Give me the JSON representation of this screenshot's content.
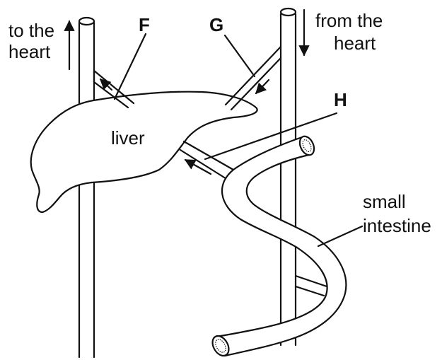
{
  "labels": {
    "to_heart_line1": "to the",
    "to_heart_line2": "heart",
    "from_heart_line1": "from the",
    "from_heart_line2": "heart",
    "F": "F",
    "G": "G",
    "H": "H",
    "liver": "liver",
    "small_intestine_line1": "small",
    "small_intestine_line2": "intestine"
  }
}
